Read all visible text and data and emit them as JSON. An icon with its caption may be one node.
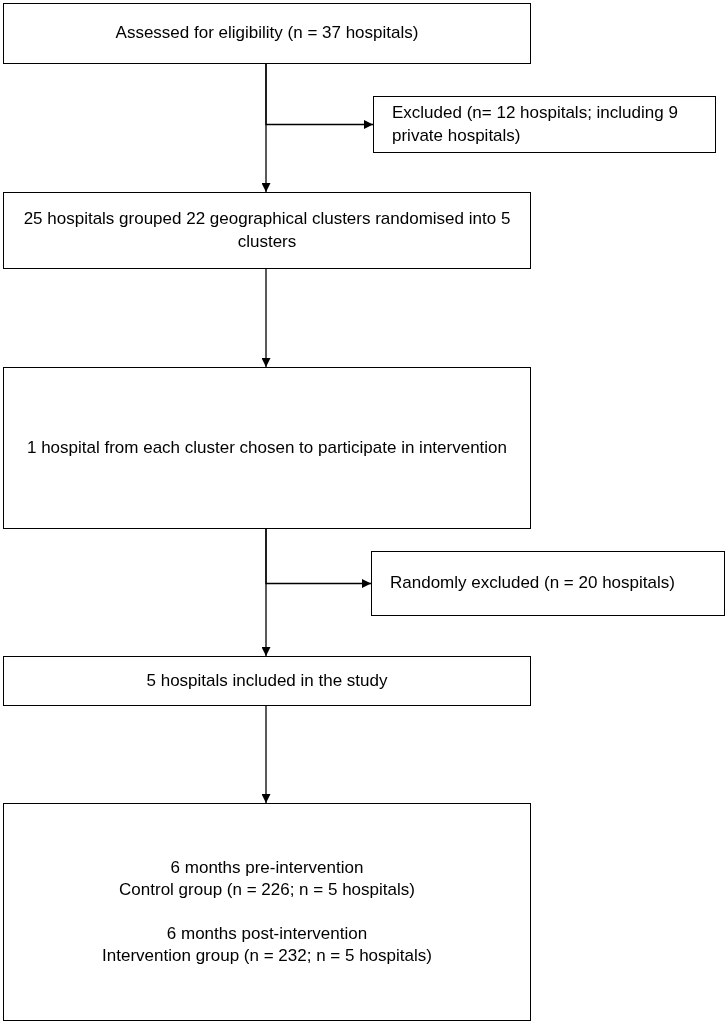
{
  "diagram": {
    "nodes": [
      {
        "text": [
          "Assessed for eligibility (n = 37 hospitals)"
        ]
      },
      {
        "text": [
          "Excluded (n= 12 hospitals; including 9 private hospitals)"
        ]
      },
      {
        "text": [
          "25 hospitals grouped 22 geographical clusters randomised into 5 clusters"
        ]
      },
      {
        "text": [
          "1 hospital from each cluster chosen to participate in intervention"
        ]
      },
      {
        "text": [
          "Randomly excluded (n = 20 hospitals)"
        ]
      },
      {
        "text": [
          "5 hospitals included in the study"
        ]
      },
      {
        "text": [
          "6 months pre-intervention",
          "Control group (n = 226; n = 5 hospitals)",
          "6 months post-intervention",
          "Intervention group (n = 232; n = 5 hospitals)"
        ]
      }
    ],
    "edges": [
      {
        "from": 0,
        "to": 1,
        "arrow": "to"
      },
      {
        "from": 0,
        "to": 2,
        "arrow": "to"
      },
      {
        "from": 2,
        "to": 3,
        "arrow": "to"
      },
      {
        "from": 3,
        "to": 4,
        "arrow": "to"
      },
      {
        "from": 3,
        "to": 5,
        "arrow": "to"
      },
      {
        "from": 5,
        "to": 6,
        "arrow": "to"
      }
    ]
  }
}
